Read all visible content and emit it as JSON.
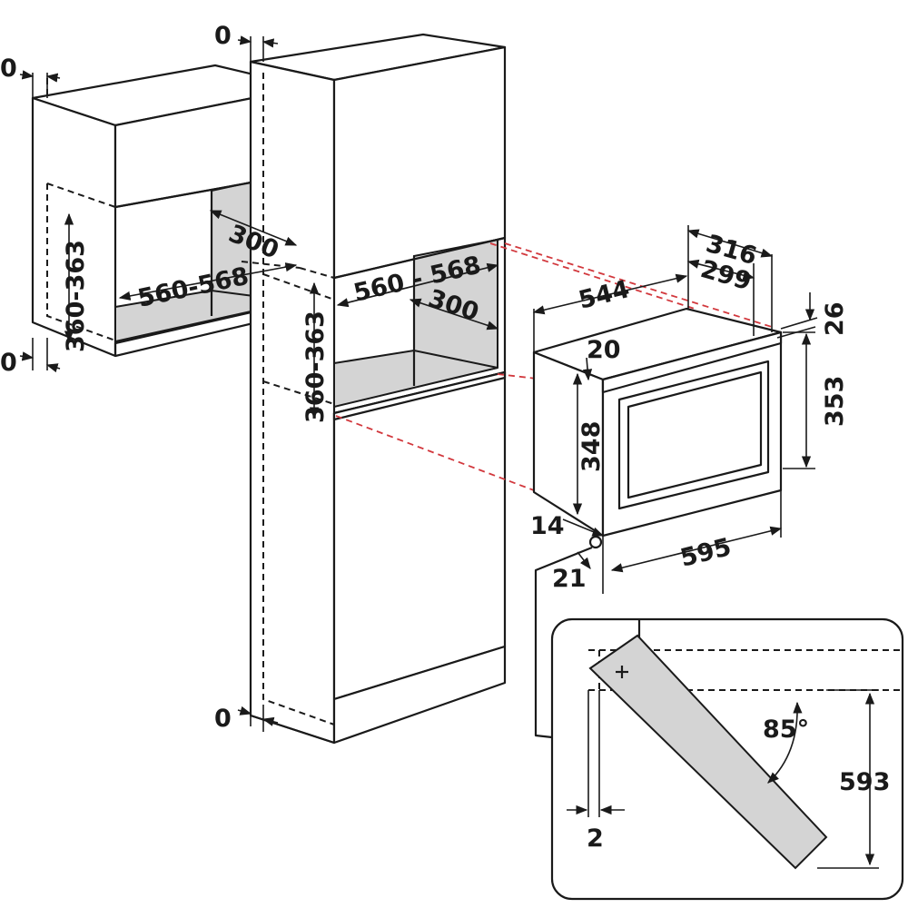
{
  "colors": {
    "line": "#1a1a1a",
    "shade": "#d4d4d4",
    "projection": "#d2383d",
    "background": "#ffffff"
  },
  "labels": {
    "tl_gap_top": "0",
    "tl_gap_bottom": "0",
    "tl_depth": "300",
    "tl_width": "560-568",
    "tl_height": "360-363",
    "col_gap_top": "0",
    "col_gap_bottom": "0",
    "col_width": "560 - 568",
    "col_depth": "300",
    "col_height": "360-363",
    "oven_316": "316",
    "oven_299": "299",
    "oven_544": "544",
    "oven_26": "26",
    "oven_20": "20",
    "oven_353": "353",
    "oven_348": "348",
    "oven_14": "14",
    "oven_21": "21",
    "oven_595": "595",
    "detail_angle": "85°",
    "detail_593": "593",
    "detail_2": "2"
  }
}
